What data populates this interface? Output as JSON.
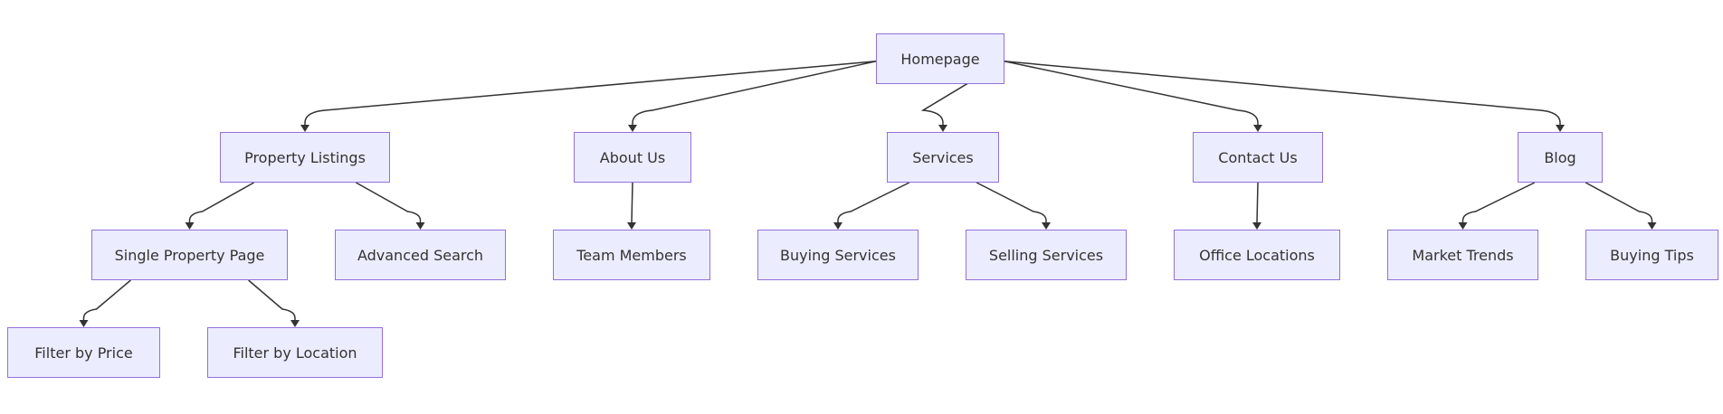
{
  "nodes": {
    "homepage": "Homepage",
    "property_listings": "Property Listings",
    "about_us": "About Us",
    "services": "Services",
    "contact_us": "Contact Us",
    "blog": "Blog",
    "single_property_page": "Single Property Page",
    "advanced_search": "Advanced Search",
    "team_members": "Team Members",
    "buying_services": "Buying Services",
    "selling_services": "Selling Services",
    "office_locations": "Office Locations",
    "market_trends": "Market Trends",
    "buying_tips": "Buying Tips",
    "filter_by_price": "Filter by Price",
    "filter_by_location": "Filter by Location"
  },
  "edges": [
    [
      "homepage",
      "property_listings"
    ],
    [
      "homepage",
      "about_us"
    ],
    [
      "homepage",
      "services"
    ],
    [
      "homepage",
      "contact_us"
    ],
    [
      "homepage",
      "blog"
    ],
    [
      "property_listings",
      "single_property_page"
    ],
    [
      "property_listings",
      "advanced_search"
    ],
    [
      "single_property_page",
      "filter_by_price"
    ],
    [
      "single_property_page",
      "filter_by_location"
    ],
    [
      "about_us",
      "team_members"
    ],
    [
      "services",
      "buying_services"
    ],
    [
      "services",
      "selling_services"
    ],
    [
      "contact_us",
      "office_locations"
    ],
    [
      "blog",
      "market_trends"
    ],
    [
      "blog",
      "buying_tips"
    ]
  ],
  "colors": {
    "node_fill": "#ececff",
    "node_border": "#9370db",
    "edge": "#333333",
    "text": "#333333"
  }
}
